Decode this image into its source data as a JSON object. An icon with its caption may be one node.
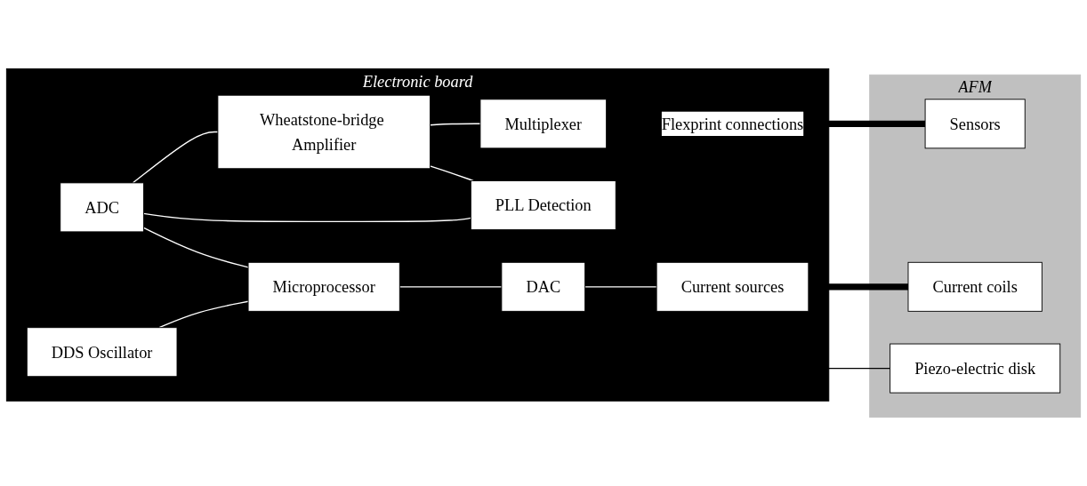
{
  "diagram": {
    "nodes": [
      {
        "text": [
          "Electronic board"
        ]
      },
      {
        "text": [
          "ADC"
        ],
        "in": 0
      },
      {
        "text": [
          "Wheatstone-bridge Amplifier"
        ],
        "in": 0
      },
      {
        "text": [
          "Multiplexer"
        ],
        "in": 0
      },
      {
        "text": [
          "PLL Detection"
        ],
        "in": 0
      },
      {
        "text": [
          "DDS Oscillator"
        ],
        "in": 0
      },
      {
        "text": [
          "Microprocessor"
        ],
        "in": 0
      },
      {
        "text": [
          "DAC"
        ],
        "in": 0
      },
      {
        "text": [
          "Current sources"
        ],
        "in": 0
      },
      {
        "text": [
          "AFM"
        ]
      },
      {
        "text": [
          "Sensors"
        ],
        "in": 9
      },
      {
        "text": [
          "Piezo-electric disk"
        ],
        "in": 9
      },
      {
        "text": [
          "Current coils"
        ],
        "in": 9
      }
    ],
    "edges": [
      {
        "from": 1,
        "to": 2,
        "arrow": "none"
      },
      {
        "from": 2,
        "to": 3,
        "arrow": "none"
      },
      {
        "from": 3,
        "to": 10,
        "arrow": "none",
        "label": "Flexprint connections",
        "style": "thick",
        "color": "#000000"
      },
      {
        "from": 1,
        "to": 4,
        "arrow": "none"
      },
      {
        "from": 2,
        "to": 4,
        "arrow": "none"
      },
      {
        "from": 1,
        "to": 6,
        "arrow": "none"
      },
      {
        "from": 5,
        "to": 6,
        "arrow": "none"
      },
      {
        "from": 6,
        "to": 7,
        "arrow": "none"
      },
      {
        "from": 7,
        "to": 8,
        "arrow": "none"
      },
      {
        "from": 8,
        "to": 12,
        "arrow": "none",
        "style": "thick",
        "color": "#000000"
      },
      {
        "from": 5,
        "to": 11,
        "arrow": "none",
        "color": "#000000"
      }
    ]
  }
}
